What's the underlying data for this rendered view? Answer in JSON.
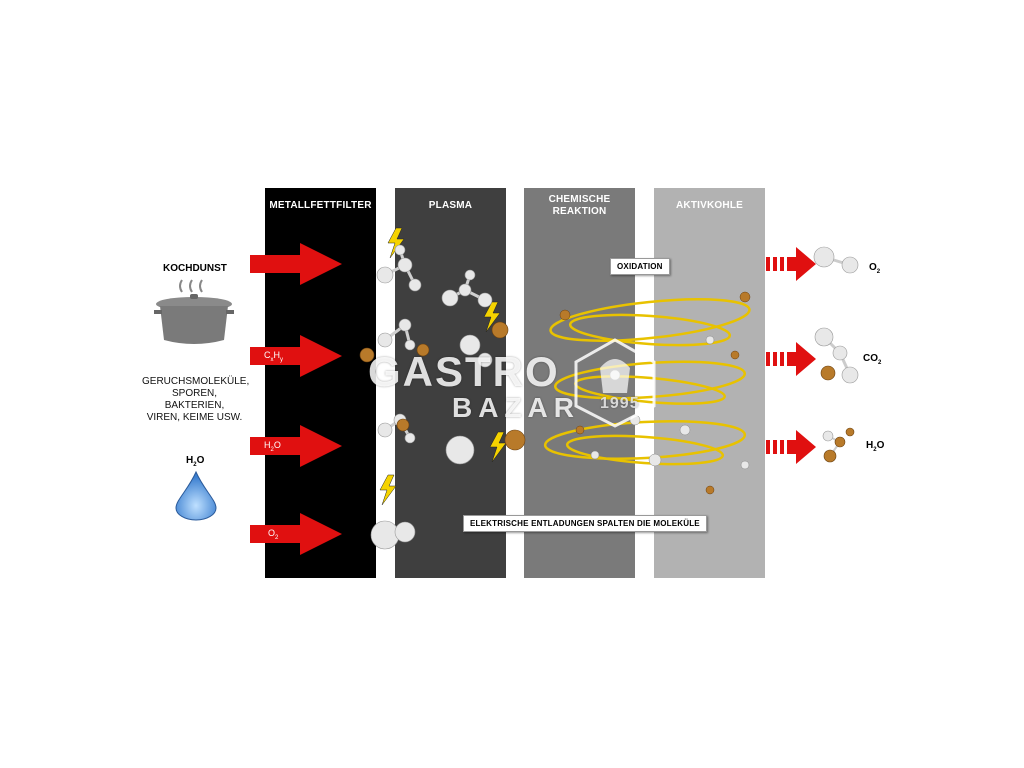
{
  "columns": [
    {
      "title": "METALLFETTFILTER",
      "color": "#000000"
    },
    {
      "title": "PLASMA",
      "color": "#3f3f3f"
    },
    {
      "title": "CHEMISCHE REAKTION",
      "color": "#7a7a7a"
    },
    {
      "title": "AKTIVKOHLE",
      "color": "#b2b2b2"
    }
  ],
  "left": {
    "kochdunst": "KOCHDUNST",
    "description_line1": "GERUCHSMOLEKÜLE,",
    "description_line2": "SPOREN, BAKTERIEN,",
    "description_line3": "VIREN, KEIME USW.",
    "water_label": "H2O"
  },
  "input_arrows": [
    {
      "label": ""
    },
    {
      "label": "CxHy"
    },
    {
      "label": "H2O"
    },
    {
      "label": "O2"
    }
  ],
  "callouts": {
    "oxidation": "OXIDATION",
    "discharge": "ELEKTRISCHE ENTLADUNGEN SPALTEN DIE MOLEKÜLE"
  },
  "outputs": [
    {
      "label": "O2"
    },
    {
      "label": "CO2"
    },
    {
      "label": "H2O"
    }
  ],
  "watermark": {
    "line1": "GASTRO",
    "line2": "BAZAR",
    "year": "1995"
  },
  "colors": {
    "arrow_red": "#e01010",
    "bolt_yellow": "#f5d300",
    "orbit_yellow": "#e8c200",
    "molecule_white": "#e8e8e8",
    "molecule_brown": "#b87a2a",
    "water_blue": "#6aa6e8"
  }
}
